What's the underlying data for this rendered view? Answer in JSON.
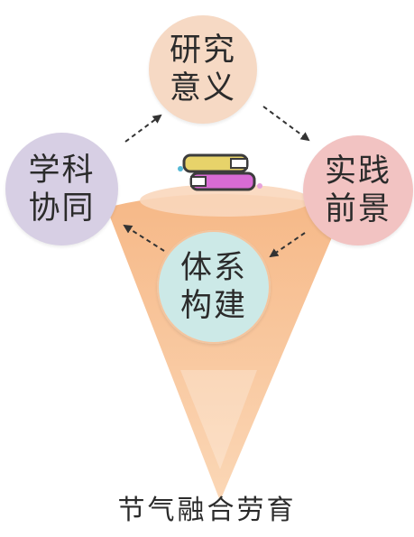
{
  "nodes": {
    "research": {
      "line1": "研究",
      "line2": "意义"
    },
    "practice": {
      "line1": "实践",
      "line2": "前景"
    },
    "system": {
      "line1": "体系",
      "line2": "构建"
    },
    "discipline": {
      "line1": "学科",
      "line2": "协同"
    }
  },
  "caption": "节气融合劳育",
  "colors": {
    "research": "#f6d9c4",
    "practice": "#f2c3c2",
    "system": "#cce9e7",
    "discipline": "#d7cfe4",
    "cone": "#f5b98a",
    "arrow": "#333333"
  },
  "icon": "books-icon"
}
